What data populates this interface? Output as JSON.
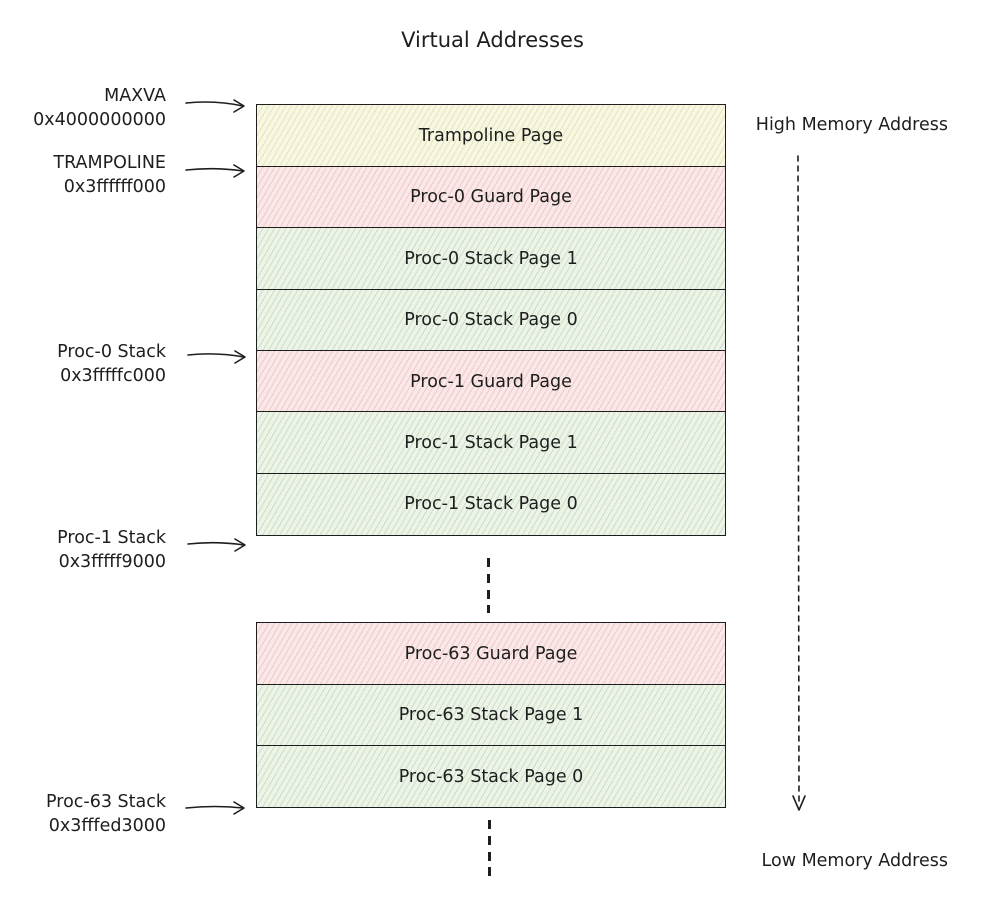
{
  "title": "Virtual Addresses",
  "group_top": [
    {
      "label": "Trampoline Page",
      "kind": "tramp"
    },
    {
      "label": "Proc-0 Guard Page",
      "kind": "guard"
    },
    {
      "label": "Proc-0 Stack Page 1",
      "kind": "stk"
    },
    {
      "label": "Proc-0 Stack Page 0",
      "kind": "stk"
    },
    {
      "label": "Proc-1 Guard Page",
      "kind": "guard"
    },
    {
      "label": "Proc-1 Stack Page 1",
      "kind": "stk"
    },
    {
      "label": "Proc-1 Stack Page 0",
      "kind": "stk"
    }
  ],
  "group_bottom": [
    {
      "label": "Proc-63 Guard Page",
      "kind": "guard"
    },
    {
      "label": "Proc-63 Stack Page 1",
      "kind": "stk"
    },
    {
      "label": "Proc-63 Stack Page 0",
      "kind": "stk"
    }
  ],
  "address_labels": [
    {
      "name": "MAXVA",
      "addr": "0x4000000000"
    },
    {
      "name": "TRAMPOLINE",
      "addr": "0x3ffffff000"
    },
    {
      "name": "Proc-0 Stack",
      "addr": "0x3fffffc000"
    },
    {
      "name": "Proc-1 Stack",
      "addr": "0x3fffff9000"
    },
    {
      "name": "Proc-63 Stack",
      "addr": "0x3fffed3000"
    }
  ],
  "high_label": "High Memory Address",
  "low_label": "Low Memory Address"
}
